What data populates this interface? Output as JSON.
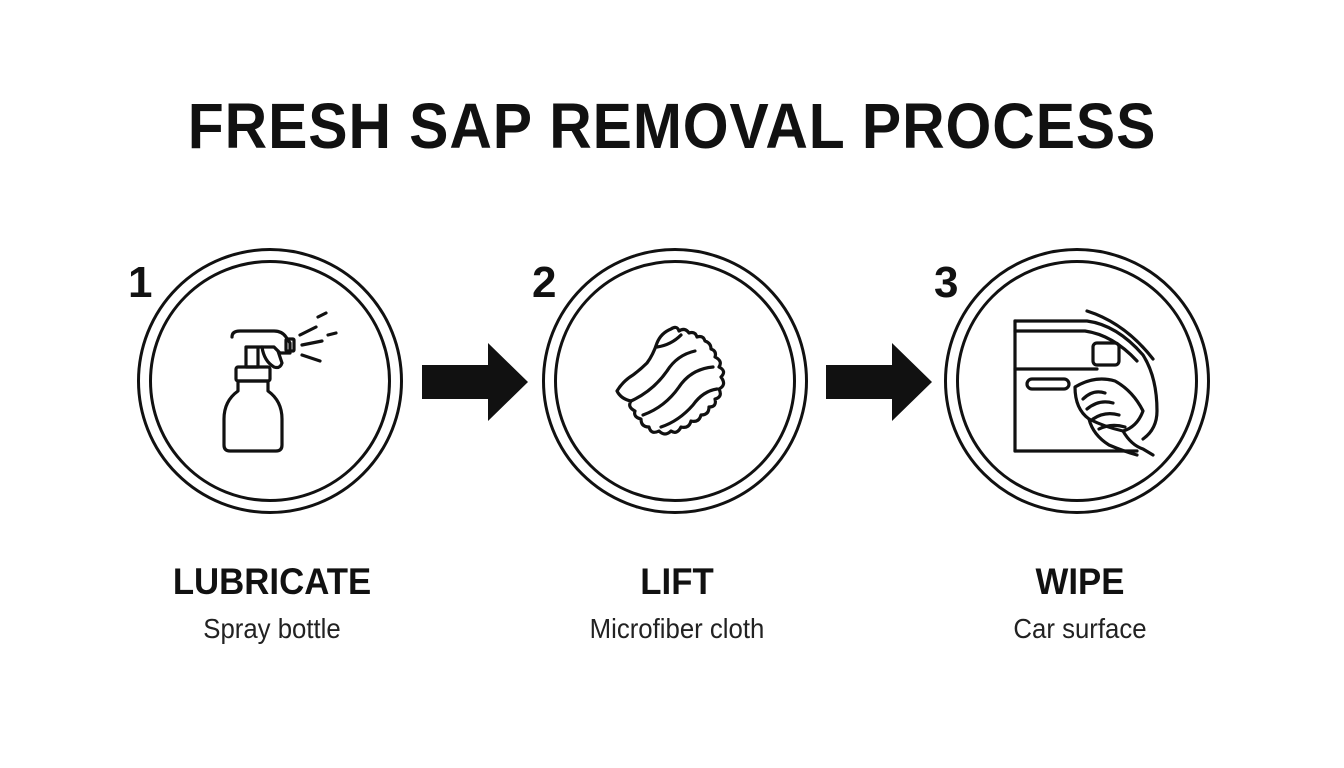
{
  "title": "FRESH SAP REMOVAL PROCESS",
  "colors": {
    "ink": "#111111",
    "background": "#ffffff"
  },
  "steps": [
    {
      "number": "1",
      "label": "LUBRICATE",
      "description": "Spray bottle",
      "icon": "spray-bottle-icon"
    },
    {
      "number": "2",
      "label": "LIFT",
      "description": "Microfiber cloth",
      "icon": "microfiber-cloth-icon"
    },
    {
      "number": "3",
      "label": "WIPE",
      "description": "Car surface",
      "icon": "hand-wiping-car-door-icon"
    }
  ],
  "connectors": [
    {
      "icon": "right-arrow-icon"
    },
    {
      "icon": "right-arrow-icon"
    }
  ]
}
